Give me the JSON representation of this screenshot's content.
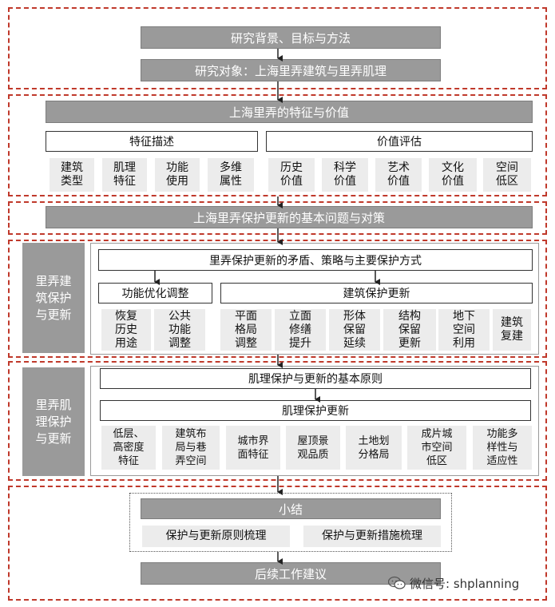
{
  "section1": {
    "bar1": "研究背景、目标与方法",
    "bar2": "研究对象：上海里弄建筑与里弄肌理"
  },
  "section2": {
    "title": "上海里弄的特征与价值",
    "left_header": "特征描述",
    "right_header": "价值评估",
    "cells": [
      "建筑\n类型",
      "肌理\n特征",
      "功能\n使用",
      "多维\n属性",
      "历史\n价值",
      "科学\n价值",
      "艺术\n价值",
      "文化\n价值",
      "空间\n低区"
    ]
  },
  "section3": {
    "title": "上海里弄保护更新的基本问题与对策"
  },
  "section4": {
    "side_label": "里弄建\n筑保护\n与更新",
    "top": "里弄保护更新的矛盾、策略与主要保护方式",
    "left_header": "功能优化调整",
    "right_header": "建筑保护更新",
    "cells": [
      "恢复\n历史\n用途",
      "公共\n功能\n调整",
      "平面\n格局\n调整",
      "立面\n修缮\n提升",
      "形体\n保留\n延续",
      "结构\n保留\n更新",
      "地下\n空间\n利用",
      "建筑\n复建"
    ]
  },
  "section5": {
    "side_label": "里弄肌\n理保护\n与更新",
    "top": "肌理保护与更新的基本原则",
    "sub": "肌理保护更新",
    "cells": [
      "低层、\n高密度\n特征",
      "建筑布\n局与巷\n弄空间",
      "城市界\n面特征",
      "屋顶景\n观品质",
      "土地划\n分格局",
      "成片城\n市空间\n低区",
      "功能多\n样性与\n适应性"
    ]
  },
  "section6": {
    "title": "小结",
    "left": "保护与更新原则梳理",
    "right": "保护与更新措施梳理",
    "bottom": "后续工作建议"
  },
  "watermark": {
    "text": "微信号: shplanning",
    "icon": "wechat-icon"
  },
  "colors": {
    "dash_red": "#c0392b",
    "bar_gray": "#9a9a9a",
    "cell_gray": "#ececec"
  }
}
